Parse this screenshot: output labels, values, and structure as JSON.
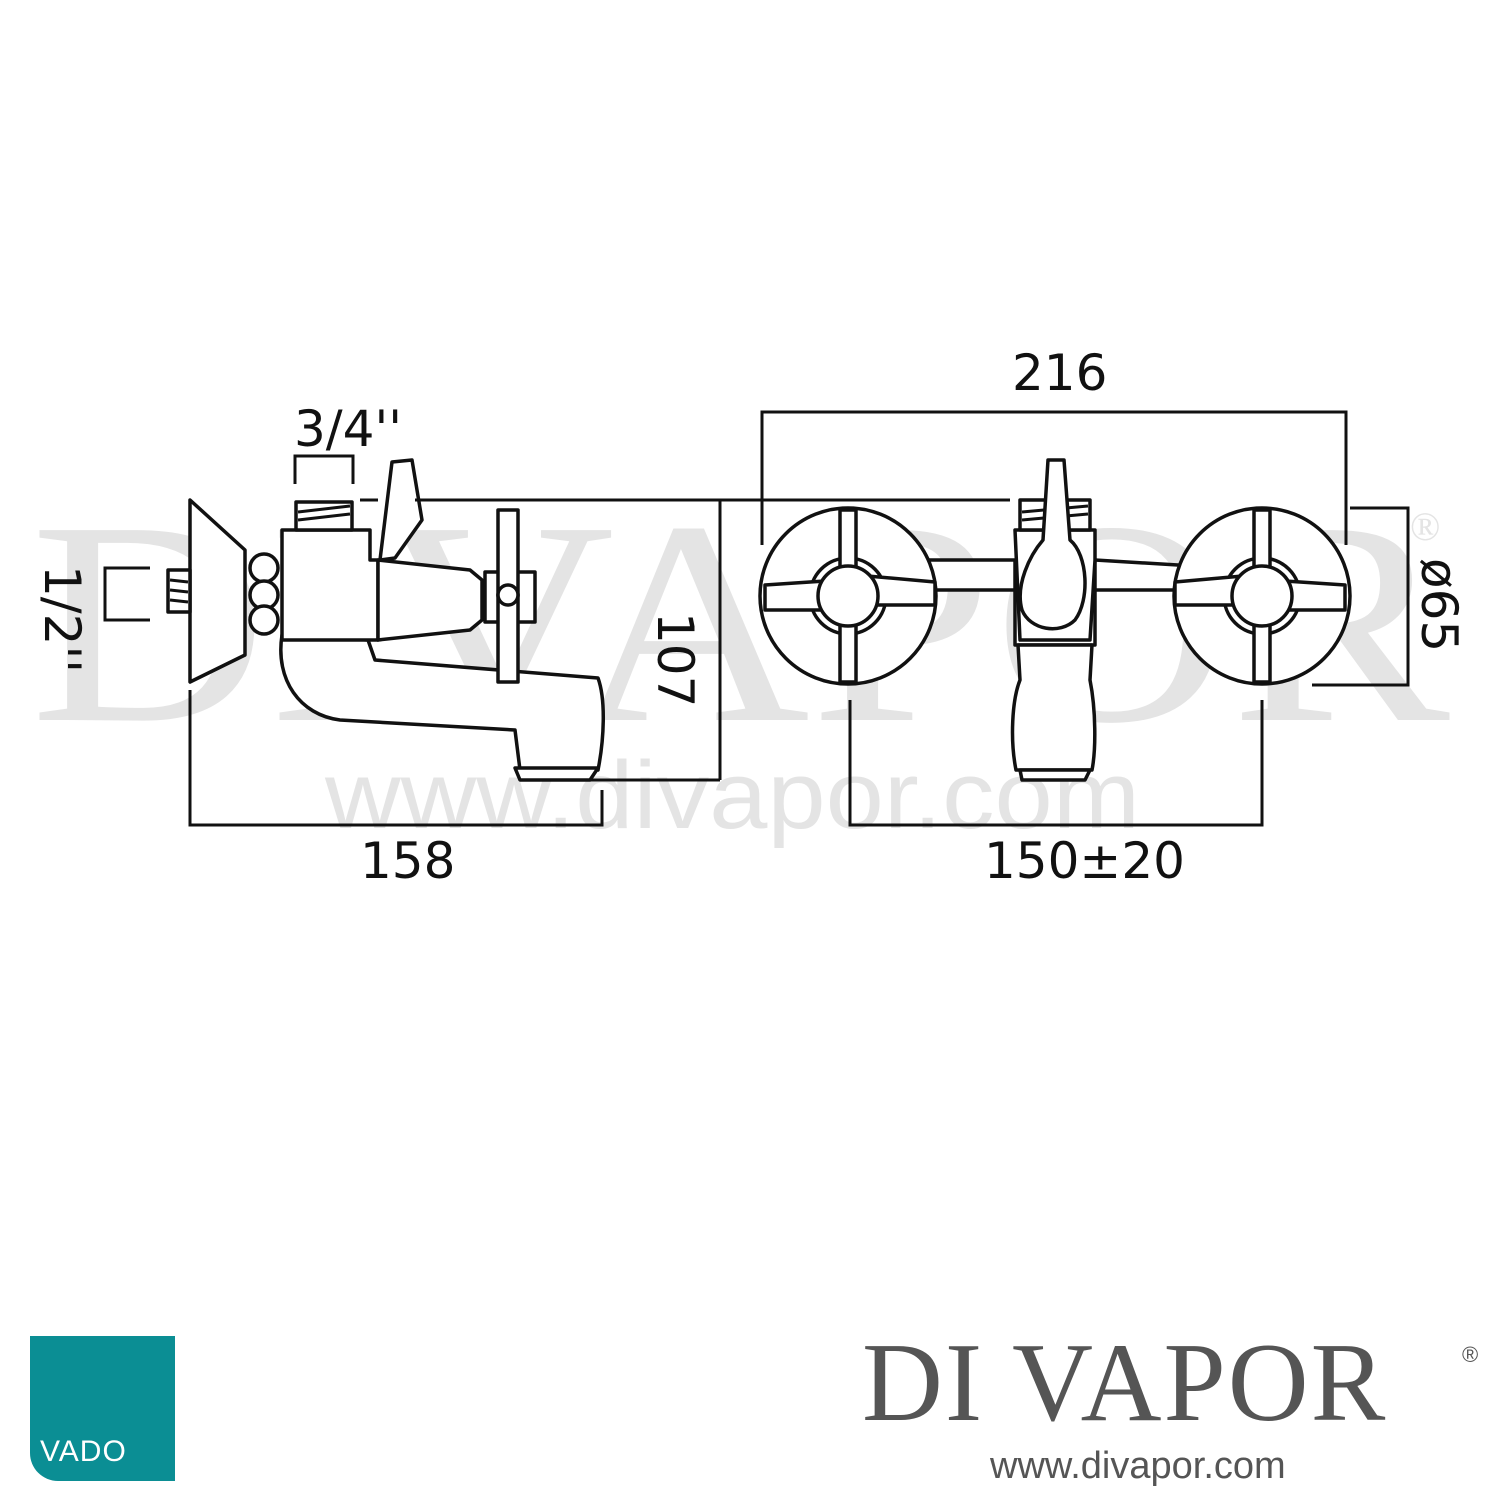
{
  "watermark": {
    "brand": "DIVAPOR",
    "reg_mark": "®",
    "url": "www.divapor.com"
  },
  "dimensions": {
    "outlet_thread": "3/4''",
    "inlet_thread": "1/2''",
    "projection": "158",
    "height": "107",
    "overall_width": "216",
    "centres": "150±20",
    "handle_diameter": "ø65"
  },
  "logos": {
    "vado": "VADO",
    "divapor": "DI VAPOR",
    "divapor_reg": "®",
    "divapor_url": "www.divapor.com"
  },
  "colors": {
    "vado_teal": "#0b8e94",
    "brand_grey": "#555555",
    "line": "#111111"
  }
}
